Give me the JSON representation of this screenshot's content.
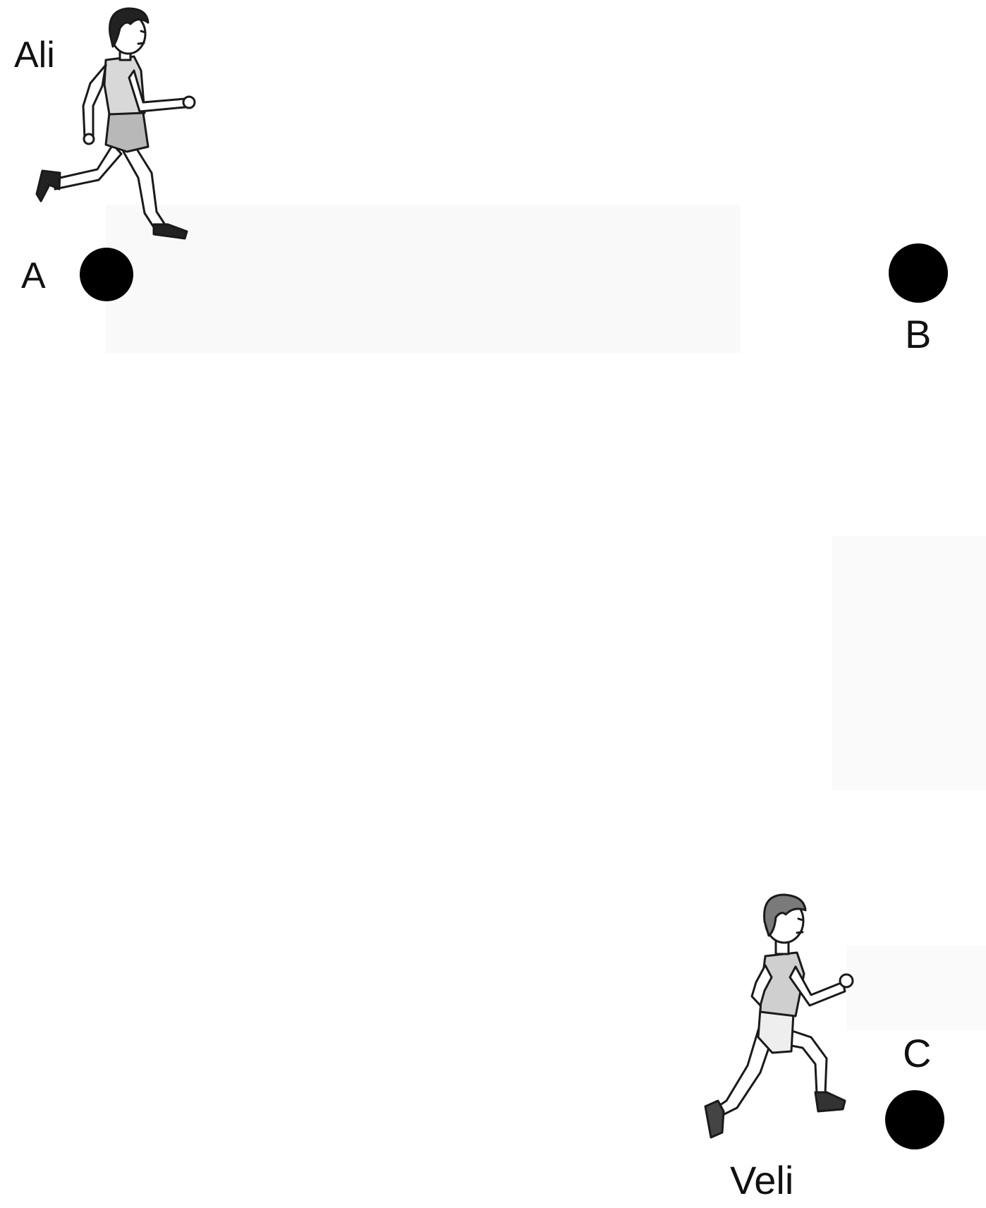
{
  "labels": {
    "ali": "Ali",
    "veli": "Veli",
    "point_a": "A",
    "point_b": "B",
    "point_c": "C"
  },
  "colors": {
    "point_fill": "#000000",
    "label_text": "#111111",
    "figure_line": "#1a1a1a",
    "shirt_shade": "#d8d8d8",
    "shorts_shade": "#b8b8b8",
    "hair_dark": "#222222",
    "hair_gray": "#7a7a7a",
    "background": "#ffffff",
    "bleed_through": "#cfcfcf"
  },
  "icons": {
    "runner_ali": "running-boy-icon",
    "runner_veli": "running-boy-icon",
    "point": "filled-circle-icon"
  }
}
